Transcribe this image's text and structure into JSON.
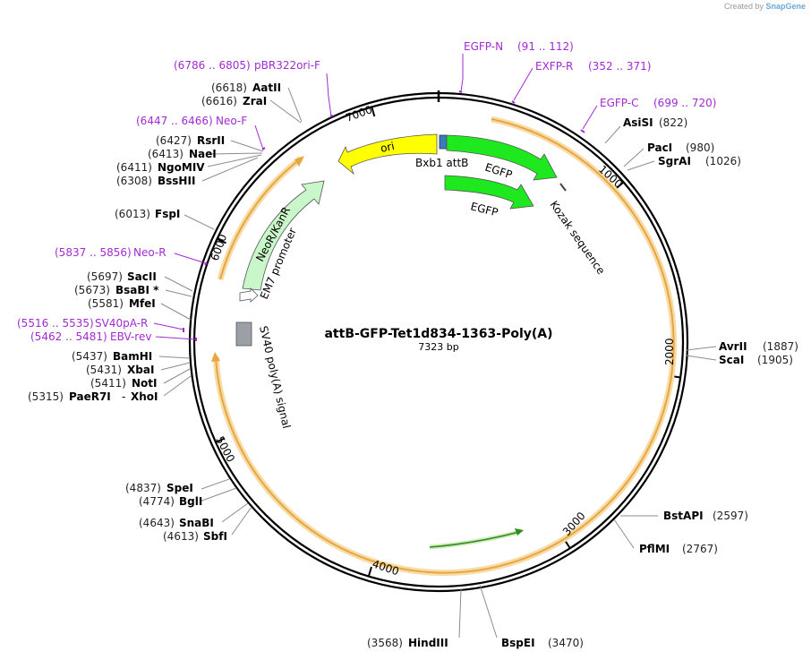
{
  "credit": {
    "prefix": "Created by",
    "brand": "SnapGene"
  },
  "plasmid": {
    "name": "attB-GFP-Tet1d834-1363-Poly(A)",
    "length_label": "7323 bp",
    "length": 7323
  },
  "ticks": [
    "1000",
    "2000",
    "3000",
    "4000",
    "5000",
    "6000",
    "7000"
  ],
  "sites": [
    {
      "name": "AsiSI",
      "pos": "(822)",
      "side": "r"
    },
    {
      "name": "PacI",
      "pos": "(980)",
      "side": "r"
    },
    {
      "name": "SgrAI",
      "pos": "(1026)",
      "side": "r"
    },
    {
      "name": "AvrII",
      "pos": "(1887)",
      "side": "r"
    },
    {
      "name": "ScaI",
      "pos": "(1905)",
      "side": "r"
    },
    {
      "name": "BstAPI",
      "pos": "(2597)",
      "side": "r"
    },
    {
      "name": "PflMI",
      "pos": "(2767)",
      "side": "r"
    },
    {
      "name": "BspEI",
      "pos": "(3470)",
      "side": "r"
    },
    {
      "name": "HindIII",
      "pos": "(3568)",
      "side": "l"
    },
    {
      "name": "SbfI",
      "pos": "(4613)",
      "side": "l"
    },
    {
      "name": "SnaBI",
      "pos": "(4643)",
      "side": "l"
    },
    {
      "name": "BglI",
      "pos": "(4774)",
      "side": "l"
    },
    {
      "name": "SpeI",
      "pos": "(4837)",
      "side": "l"
    },
    {
      "name": "XhoI",
      "pos": "",
      "side": "l"
    },
    {
      "name": "PaeR7I",
      "pos": "(5315)",
      "side": "l"
    },
    {
      "name": "NotI",
      "pos": "(5411)",
      "side": "l"
    },
    {
      "name": "XbaI",
      "pos": "(5431)",
      "side": "l"
    },
    {
      "name": "BamHI",
      "pos": "(5437)",
      "side": "l"
    },
    {
      "name": "MfeI",
      "pos": "(5581)",
      "side": "l"
    },
    {
      "name": "BsaBI *",
      "pos": "(5673)",
      "side": "l"
    },
    {
      "name": "SacII",
      "pos": "(5697)",
      "side": "l"
    },
    {
      "name": "FspI",
      "pos": "(6013)",
      "side": "l"
    },
    {
      "name": "BssHII",
      "pos": "(6308)",
      "side": "l"
    },
    {
      "name": "NgoMIV",
      "pos": "(6411)",
      "side": "l"
    },
    {
      "name": "NaeI",
      "pos": "(6413)",
      "side": "l"
    },
    {
      "name": "RsrII",
      "pos": "(6427)",
      "side": "l"
    },
    {
      "name": "ZraI",
      "pos": "(6616)",
      "side": "l"
    },
    {
      "name": "AatII",
      "pos": "(6618)",
      "side": "l"
    }
  ],
  "primers": [
    {
      "name": "EGFP-N",
      "pos": "(91 .. 112)"
    },
    {
      "name": "EXFP-R",
      "pos": "(352 .. 371)"
    },
    {
      "name": "EGFP-C",
      "pos": "(699 .. 720)"
    },
    {
      "name": "pBR322ori-F",
      "pos": "(6786 .. 6805)"
    },
    {
      "name": "Neo-F",
      "pos": "(6447 .. 6466)"
    },
    {
      "name": "Neo-R",
      "pos": "(5837 .. 5856)"
    },
    {
      "name": "SV40pA-R",
      "pos": "(5516 .. 5535)"
    },
    {
      "name": "EBV-rev",
      "pos": "(5462 .. 5481)"
    }
  ],
  "features": [
    {
      "name": "ori"
    },
    {
      "name": "Bxb1 attB"
    },
    {
      "name": "EGFP"
    },
    {
      "name": "EGFP"
    },
    {
      "name": "Kozak sequence"
    },
    {
      "name": "NeoR/KanR"
    },
    {
      "name": "EM7 promoter"
    },
    {
      "name": "SV40 poly(A) signal"
    }
  ],
  "colors": {
    "backbone": "#000000",
    "insert_arc": "#e8a640",
    "insert_glow": "#f7dca8",
    "egfp": "#1ee81e",
    "ori": "#ffff00",
    "neor": "#c9f7c9",
    "primer": "#a12bd1",
    "polyA": "#9aa0a6"
  }
}
